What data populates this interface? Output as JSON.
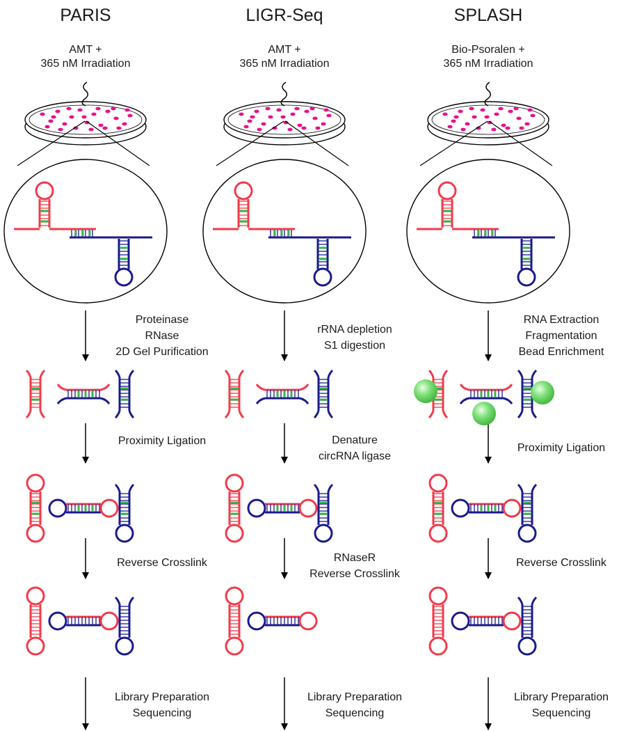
{
  "colors": {
    "red": "#f23a4a",
    "blue": "#1a1a8c",
    "green": "#3bb34a",
    "dish_dots": "#e8108f",
    "bead": "#5fd35a",
    "arrow": "#000000"
  },
  "columns": [
    {
      "title": "PARIS",
      "treatment": [
        "AMT +",
        "365 nM Irradiation"
      ],
      "steps": [
        [
          "Proteinase",
          "RNase",
          "2D Gel Purification"
        ],
        [
          "Proximity Ligation"
        ],
        [
          "Reverse Crosslink"
        ],
        [
          "Library Preparation",
          "Sequencing"
        ]
      ]
    },
    {
      "title": "LIGR-Seq",
      "treatment": [
        "AMT +",
        "365 nM Irradiation"
      ],
      "steps": [
        [
          "rRNA depletion",
          "S1 digestion"
        ],
        [
          "Denature",
          "circRNA ligase"
        ],
        [
          "RNaseR",
          "Reverse Crosslink"
        ],
        [
          "Library Preparation",
          "Sequencing"
        ]
      ]
    },
    {
      "title": "SPLASH",
      "treatment": [
        "Bio-Psoralen +",
        "365 nM Irradiation"
      ],
      "steps": [
        [
          "RNA Extraction",
          "Fragmentation",
          "Bead Enrichment"
        ],
        [
          "Proximity Ligation"
        ],
        [
          "Reverse Crosslink"
        ],
        [
          "Library Preparation",
          "Sequencing"
        ]
      ]
    }
  ]
}
